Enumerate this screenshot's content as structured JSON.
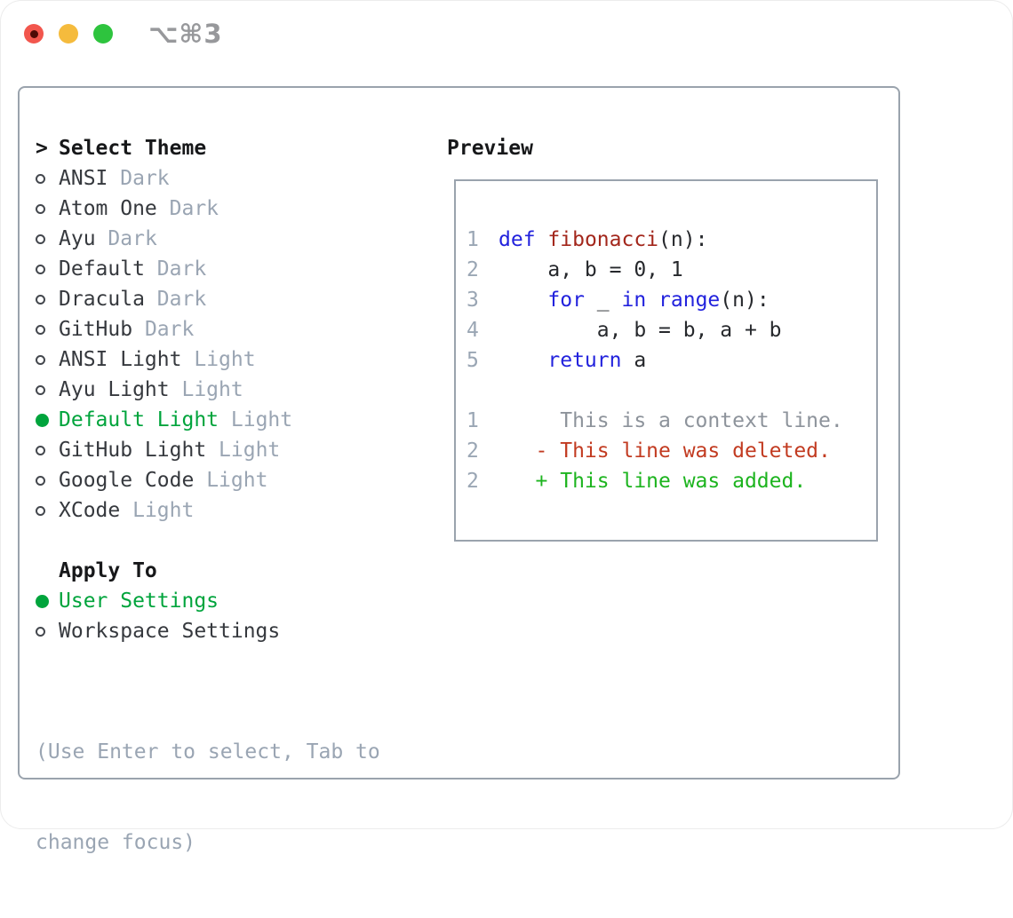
{
  "titlebar": {
    "shortcut": "⌥⌘3",
    "traffic_lights": [
      {
        "name": "close-button"
      },
      {
        "name": "minimize-button"
      },
      {
        "name": "zoom-button"
      }
    ]
  },
  "colors": {
    "accent_green": "#00a43c",
    "diff_added": "#1db41f",
    "diff_deleted": "#c23b21",
    "keyword_blue": "#2222dd",
    "function_red": "#a3271c",
    "muted_gray": "#9aa5b3"
  },
  "theme_panel": {
    "list": {
      "prompt": ">",
      "header": "Select Theme",
      "items": [
        {
          "name": "ANSI",
          "variant": "Dark",
          "selected": false
        },
        {
          "name": "Atom One",
          "variant": "Dark",
          "selected": false
        },
        {
          "name": "Ayu",
          "variant": "Dark",
          "selected": false
        },
        {
          "name": "Default",
          "variant": "Dark",
          "selected": false
        },
        {
          "name": "Dracula",
          "variant": "Dark",
          "selected": false
        },
        {
          "name": "GitHub",
          "variant": "Dark",
          "selected": false
        },
        {
          "name": "ANSI Light",
          "variant": "Light",
          "selected": false
        },
        {
          "name": "Ayu Light",
          "variant": "Light",
          "selected": false
        },
        {
          "name": "Default Light",
          "variant": "Light",
          "selected": true
        },
        {
          "name": "GitHub Light",
          "variant": "Light",
          "selected": false
        },
        {
          "name": "Google Code",
          "variant": "Light",
          "selected": false
        },
        {
          "name": "XCode",
          "variant": "Light",
          "selected": false
        }
      ]
    },
    "apply_to": {
      "header": "Apply To",
      "options": [
        {
          "label": "User Settings",
          "selected": true
        },
        {
          "label": "Workspace Settings",
          "selected": false
        }
      ]
    },
    "hint": [
      "(Use Enter to select, Tab to",
      "change focus)"
    ]
  },
  "preview": {
    "header": "Preview",
    "code_lines": [
      {
        "no": "1",
        "segments": [
          {
            "t": "def",
            "c": "kw"
          },
          {
            "t": " ",
            "c": "pl"
          },
          {
            "t": "fibonacci",
            "c": "fn"
          },
          {
            "t": "(n):",
            "c": "pl"
          }
        ]
      },
      {
        "no": "2",
        "segments": [
          {
            "t": "    a, b = 0, 1",
            "c": "pl"
          }
        ]
      },
      {
        "no": "3",
        "segments": [
          {
            "t": "    ",
            "c": "pl"
          },
          {
            "t": "for",
            "c": "kw"
          },
          {
            "t": " _ ",
            "c": "pl"
          },
          {
            "t": "in",
            "c": "kw"
          },
          {
            "t": " ",
            "c": "pl"
          },
          {
            "t": "range",
            "c": "kw"
          },
          {
            "t": "(n):",
            "c": "pl"
          }
        ]
      },
      {
        "no": "4",
        "segments": [
          {
            "t": "        a, b = b, a + b",
            "c": "pl"
          }
        ]
      },
      {
        "no": "5",
        "segments": [
          {
            "t": "    ",
            "c": "pl"
          },
          {
            "t": "return",
            "c": "kw"
          },
          {
            "t": " a",
            "c": "pl"
          }
        ]
      },
      {
        "no": "",
        "segments": []
      },
      {
        "no": "1",
        "segments": [
          {
            "t": "     This is a context line.",
            "c": "ctx"
          }
        ]
      },
      {
        "no": "2",
        "segments": [
          {
            "t": "   - This line was deleted.",
            "c": "del"
          }
        ]
      },
      {
        "no": "2",
        "segments": [
          {
            "t": "   + This line was added.",
            "c": "add"
          }
        ]
      }
    ]
  }
}
